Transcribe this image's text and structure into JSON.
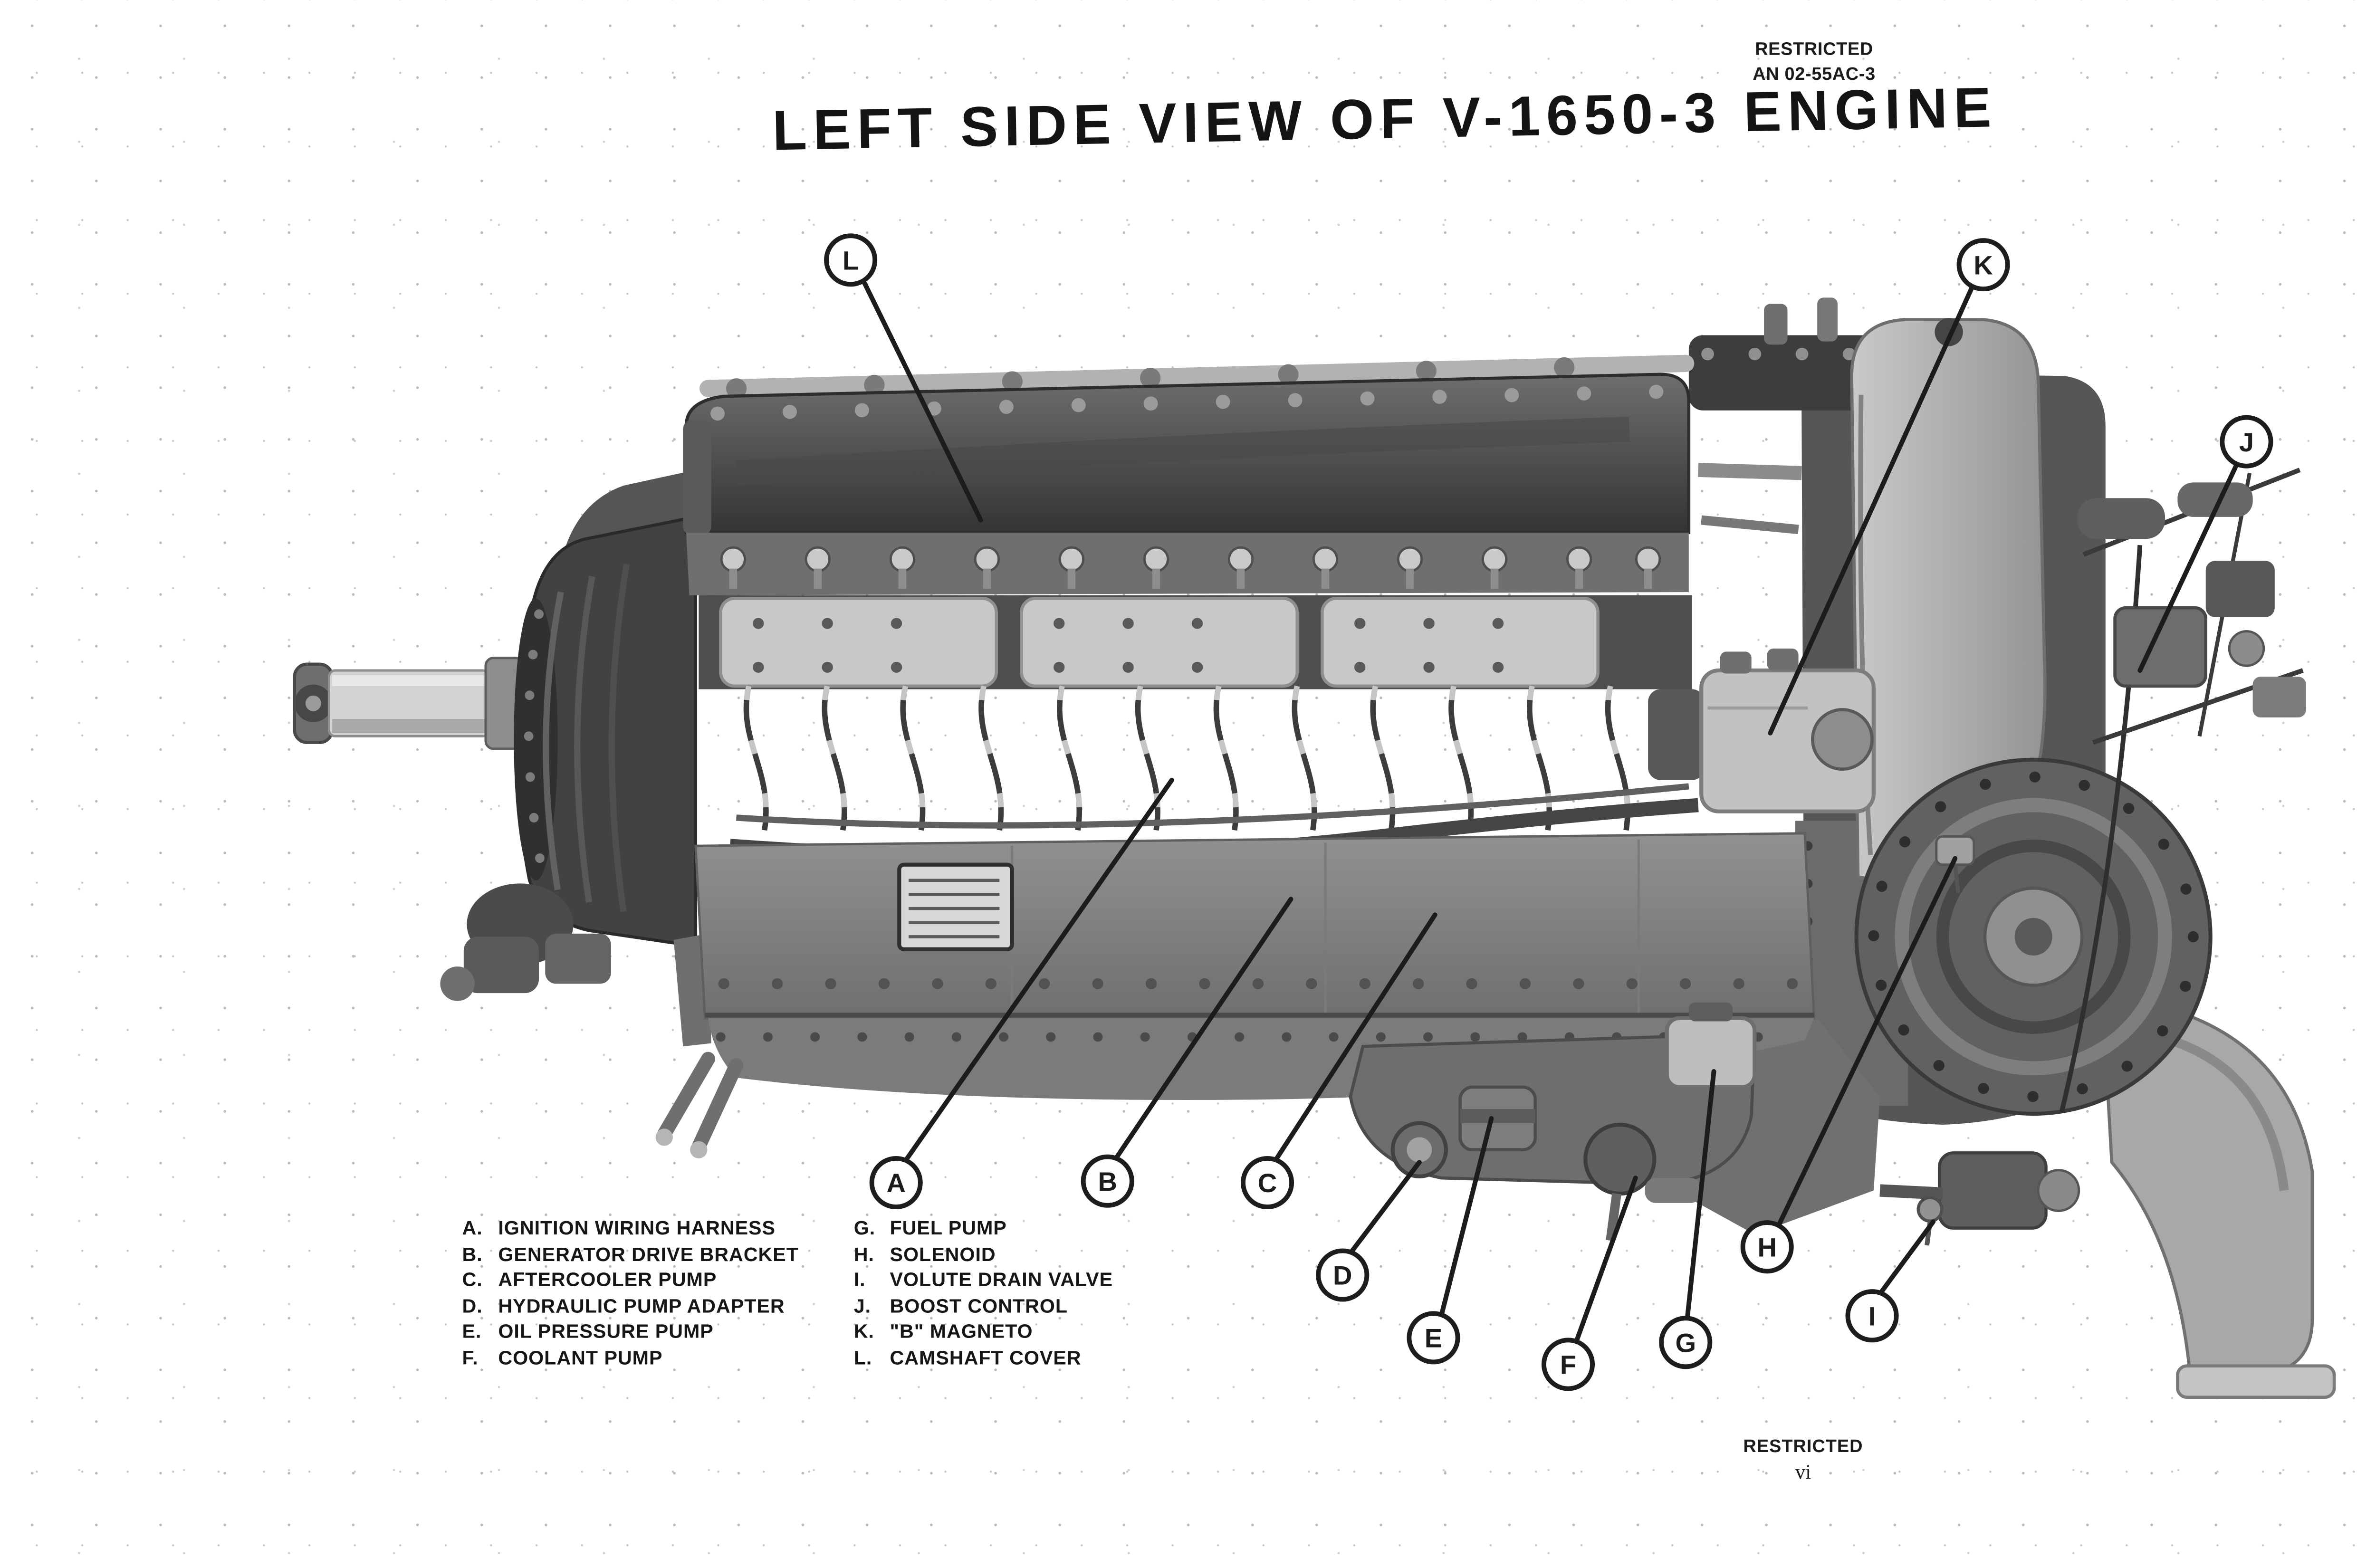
{
  "page": {
    "header": {
      "classification": "RESTRICTED",
      "doc_number": "AN 02-55AC-3"
    },
    "title": "LEFT SIDE VIEW OF V-1650-3 ENGINE",
    "footer": {
      "classification": "RESTRICTED",
      "page_number": "vi"
    }
  },
  "figure": {
    "callouts": [
      {
        "letter": "A"
      },
      {
        "letter": "B"
      },
      {
        "letter": "C"
      },
      {
        "letter": "D"
      },
      {
        "letter": "E"
      },
      {
        "letter": "F"
      },
      {
        "letter": "G"
      },
      {
        "letter": "H"
      },
      {
        "letter": "I"
      },
      {
        "letter": "J"
      },
      {
        "letter": "K"
      },
      {
        "letter": "L"
      }
    ],
    "legend": {
      "left": [
        {
          "letter": "A.",
          "label": "IGNITION WIRING HARNESS"
        },
        {
          "letter": "B.",
          "label": "GENERATOR DRIVE BRACKET"
        },
        {
          "letter": "C.",
          "label": "AFTERCOOLER PUMP"
        },
        {
          "letter": "D.",
          "label": "HYDRAULIC PUMP ADAPTER"
        },
        {
          "letter": "E.",
          "label": "OIL PRESSURE PUMP"
        },
        {
          "letter": "F.",
          "label": "COOLANT PUMP"
        }
      ],
      "right": [
        {
          "letter": "G.",
          "label": "FUEL PUMP"
        },
        {
          "letter": "H.",
          "label": "SOLENOID"
        },
        {
          "letter": "I.",
          "label": "VOLUTE DRAIN VALVE"
        },
        {
          "letter": "J.",
          "label": "BOOST CONTROL"
        },
        {
          "letter": "K.",
          "label": "\"B\" MAGNETO"
        },
        {
          "letter": "L.",
          "label": "CAMSHAFT COVER"
        }
      ]
    }
  },
  "colors": {
    "ink": "#1b1b1b",
    "paper": "#ffffff"
  }
}
